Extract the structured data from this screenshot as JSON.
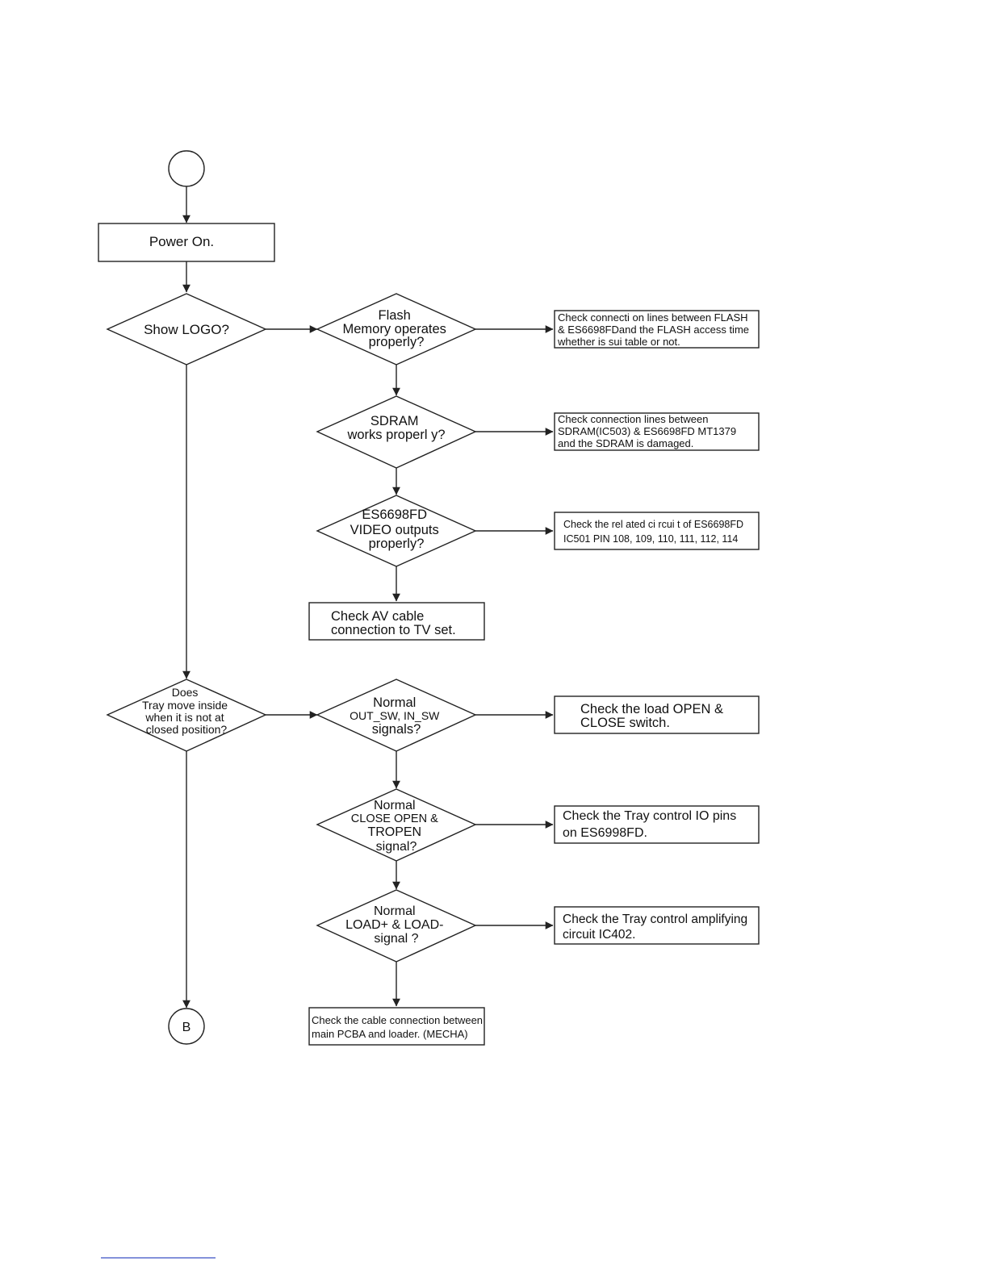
{
  "connectors": {
    "start": "",
    "end": "B"
  },
  "steps": {
    "power_on": "Power On.",
    "show_logo": "Show LOGO?",
    "flash_q": [
      "Flash",
      "Memory operates",
      "properly?"
    ],
    "flash_fix": [
      "Check connecti on lines between FLASH",
      "& ES6698FDand the FLASH access time",
      "whether is sui table or not."
    ],
    "sdram_q": [
      "SDRAM",
      "works properl y?"
    ],
    "sdram_fix": [
      "Check connection lines between",
      "SDRAM(IC503) & ES6698FD  MT1379",
      "and the SDRAM is damaged."
    ],
    "video_q": [
      "ES6698FD",
      "VIDEO outputs",
      "properly?"
    ],
    "video_fix": [
      "Check the rel ated ci rcui t of  ES6698FD",
      "IC501 PIN 108, 109, 110, 111, 112, 114"
    ],
    "av_fix": [
      "Check AV cable",
      "connection to TV set."
    ],
    "tray_q": [
      "Does",
      "Tray move inside",
      "when it is not at",
      "closed position?"
    ],
    "sw_q": [
      "Normal",
      "OUT_SW, IN_SW",
      "signals?"
    ],
    "sw_fix": [
      "Check the load OPEN &",
      "CLOSE switch."
    ],
    "tropen_q": [
      "Normal",
      "CLOSE OPEN &",
      "TROPEN",
      "signal?"
    ],
    "tropen_fix": [
      "Check the Tray control IO pins",
      "on  ES6998FD."
    ],
    "load_q": [
      "Normal",
      "LOAD+ & LOAD-",
      "signal ?"
    ],
    "load_fix": [
      "Check the Tray control amplifying",
      "circuit IC402."
    ],
    "cable_fix": [
      "Check the cable connection between",
      "main PCBA and loader. (MECHA)"
    ]
  },
  "colors": {
    "stroke": "#222222",
    "text": "#111111",
    "footer_rule": "#3b4fc4"
  }
}
